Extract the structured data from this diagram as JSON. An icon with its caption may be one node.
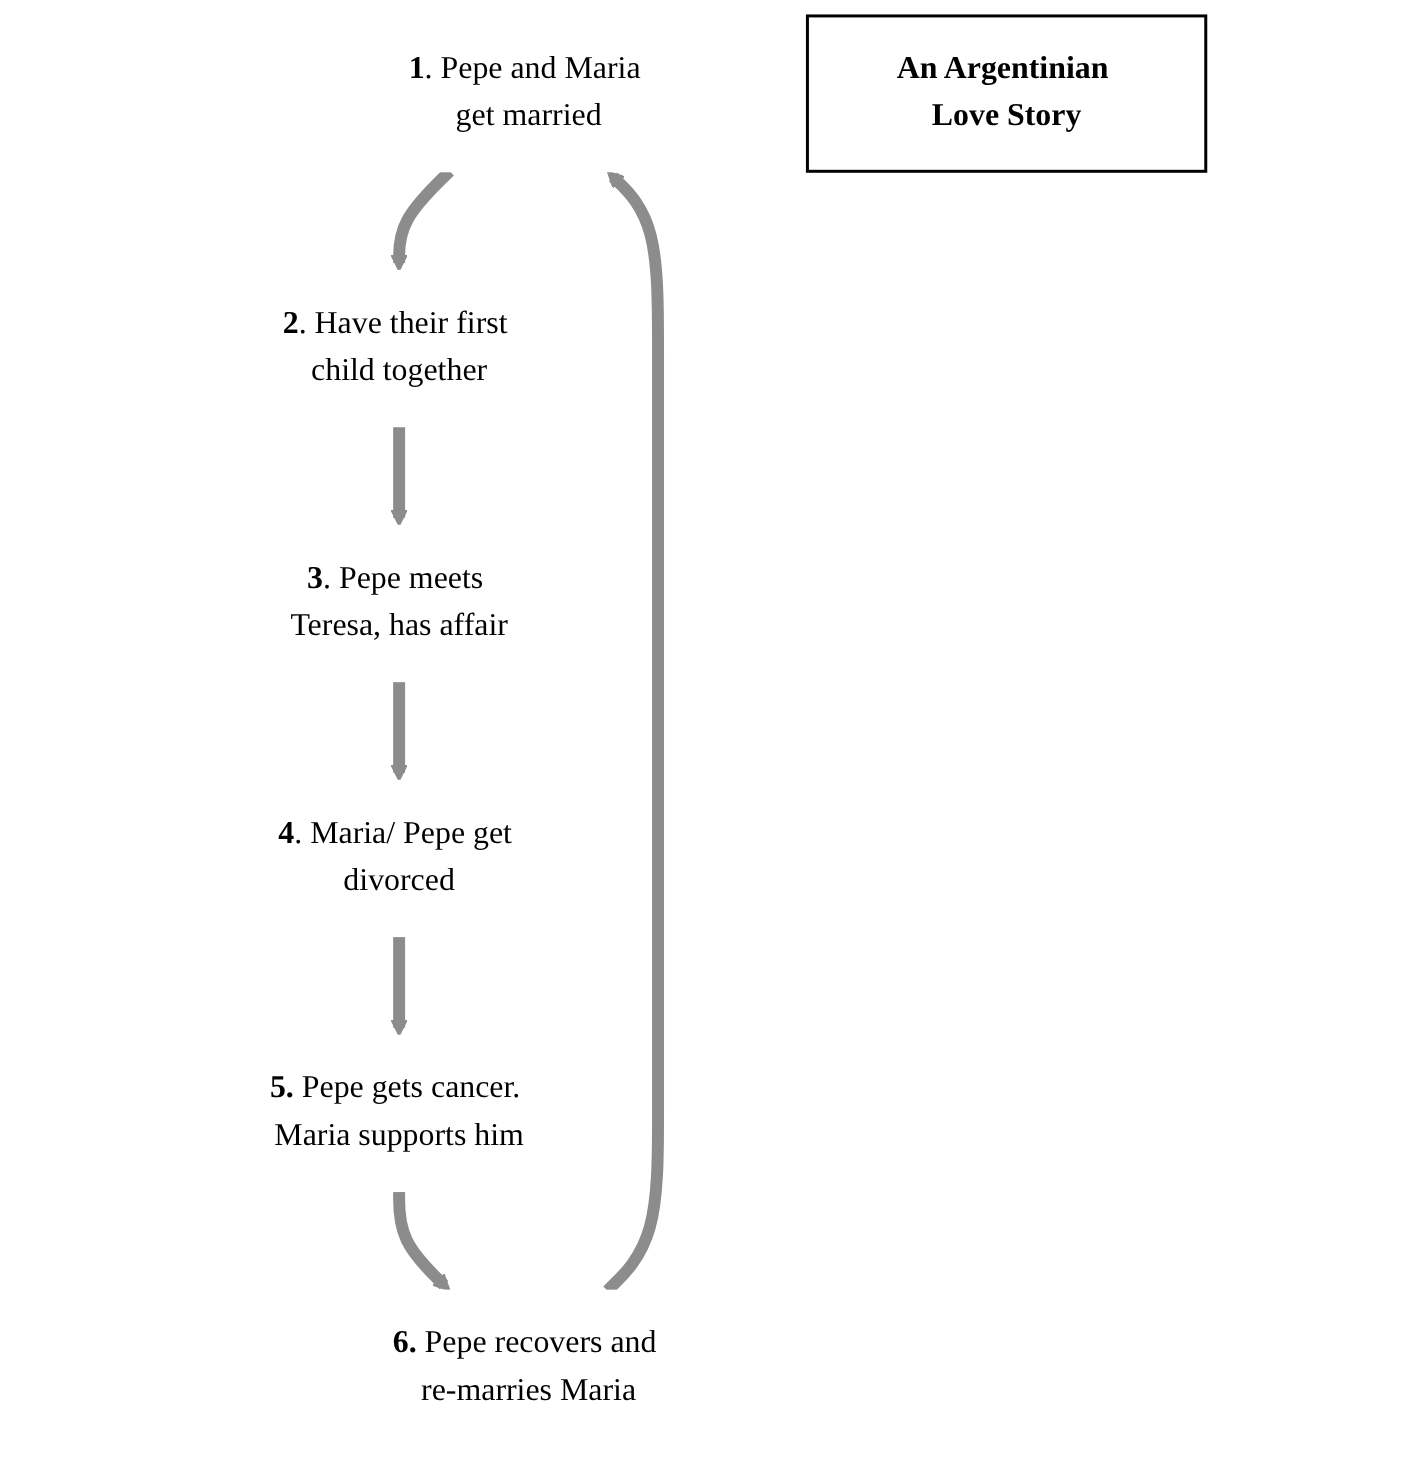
{
  "diagram": {
    "nodes": [
      {
        "text": [
          "**1**. Pepe and Maria get married"
        ]
      },
      {
        "text": [
          "**2**. Have their first child together"
        ]
      },
      {
        "text": [
          "**3**. Pepe meets Teresa, has affair"
        ]
      },
      {
        "text": [
          "**4**. Maria/ Pepe get divorced"
        ]
      },
      {
        "text": [
          "**5.** Pepe gets cancer. Maria supports him"
        ]
      },
      {
        "text": [
          "**6.** Pepe recovers and re-marries Maria"
        ]
      },
      {
        "text": [
          "An Argentinian Love Story"
        ]
      }
    ],
    "edges": [
      {
        "from": 0,
        "to": 1,
        "arrow": "to"
      },
      {
        "from": 1,
        "to": 2,
        "arrow": "to"
      },
      {
        "from": 2,
        "to": 3,
        "arrow": "to"
      },
      {
        "from": 3,
        "to": 4,
        "arrow": "to"
      },
      {
        "from": 4,
        "to": 5,
        "arrow": "to"
      },
      {
        "from": 5,
        "to": 0,
        "arrow": "to"
      }
    ]
  }
}
